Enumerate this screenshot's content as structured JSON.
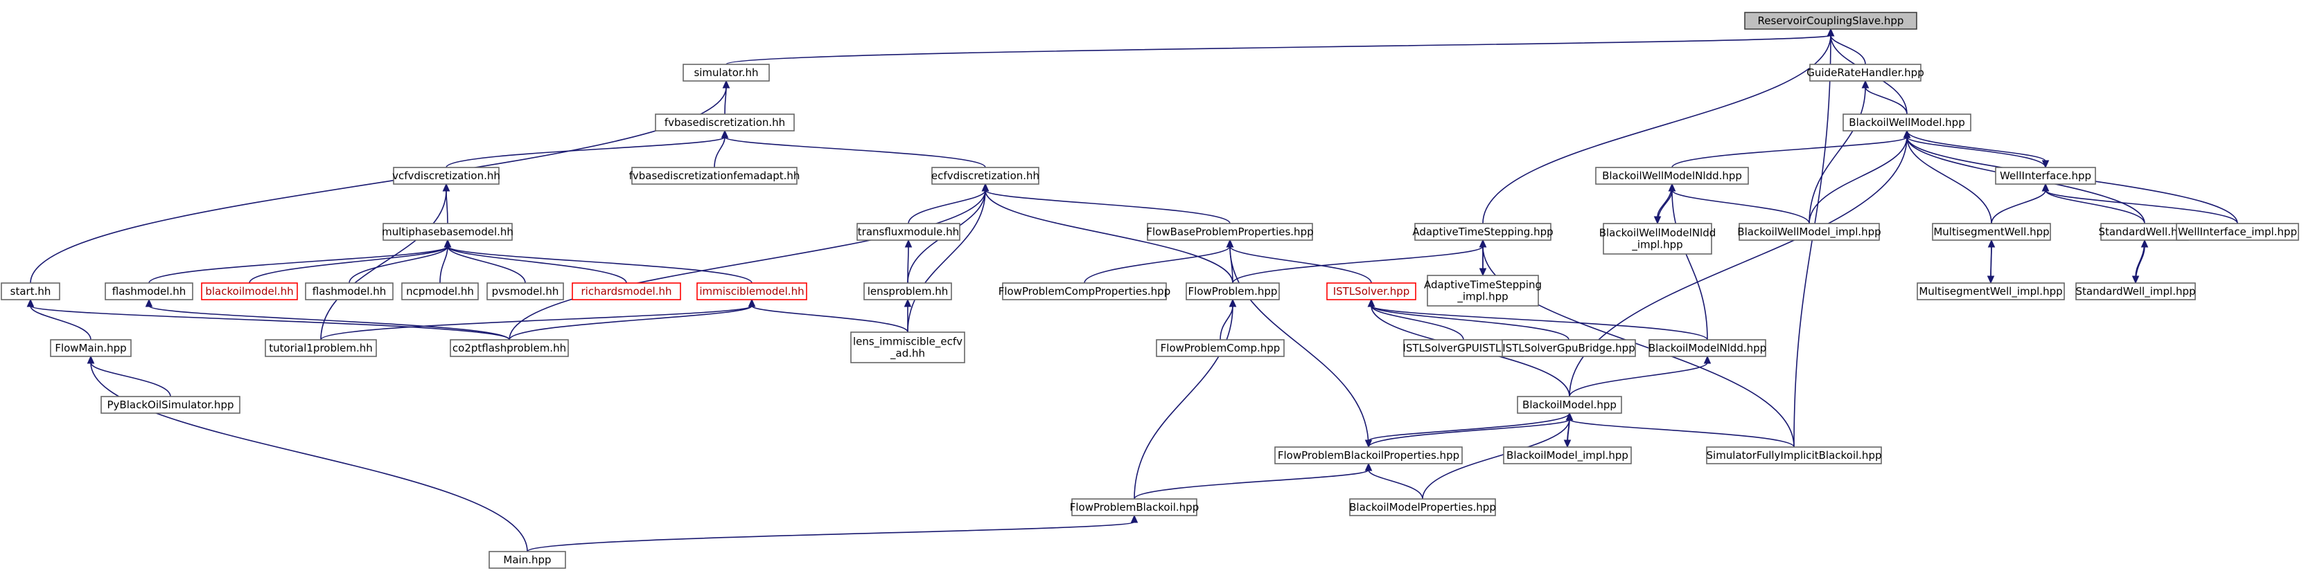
{
  "graph": {
    "root": "ReservoirCouplingSlave.hpp",
    "colors": {
      "edge": "#191970",
      "root_fill": "#bfbfbf",
      "node_border": "#666666",
      "red_border": "#ff0000"
    },
    "nodes": [
      {
        "id": "rcs",
        "label": "ReservoirCouplingSlave.hpp",
        "kind": "root"
      },
      {
        "id": "sim",
        "label": "simulator.hh"
      },
      {
        "id": "grh",
        "label": "GuideRateHandler.hpp"
      },
      {
        "id": "fvb",
        "label": "fvbasediscretization.hh"
      },
      {
        "id": "bwm",
        "label": "BlackoilWellModel.hpp"
      },
      {
        "id": "vcf",
        "label": "vcfvdiscretization.hh"
      },
      {
        "id": "fvbfem",
        "label": "fvbasediscretizationfemadapt.hh"
      },
      {
        "id": "ecf",
        "label": "ecfvdiscretization.hh"
      },
      {
        "id": "bwmnldd",
        "label": "BlackoilWellModelNldd.hpp"
      },
      {
        "id": "wi",
        "label": "WellInterface.hpp"
      },
      {
        "id": "mbm",
        "label": "multiphasebasemodel.hh"
      },
      {
        "id": "tfm",
        "label": "transfluxmodule.hh"
      },
      {
        "id": "fbpp",
        "label": "FlowBaseProblemProperties.hpp"
      },
      {
        "id": "ats",
        "label": "AdaptiveTimeStepping.hpp"
      },
      {
        "id": "bwmnldd_impl",
        "label": "BlackoilWellModelNldd\n_impl.hpp"
      },
      {
        "id": "bwm_impl",
        "label": "BlackoilWellModel_impl.hpp"
      },
      {
        "id": "msw",
        "label": "MultisegmentWell.hpp"
      },
      {
        "id": "sw",
        "label": "StandardWell.hpp"
      },
      {
        "id": "wi_impl",
        "label": "WellInterface_impl.hpp"
      },
      {
        "id": "start",
        "label": "start.hh"
      },
      {
        "id": "flashmodel1",
        "label": "flashmodel.hh"
      },
      {
        "id": "blackoilmodel",
        "label": "blackoilmodel.hh",
        "kind": "red"
      },
      {
        "id": "flashmodel2",
        "label": "flashmodel.hh"
      },
      {
        "id": "ncpmodel",
        "label": "ncpmodel.hh"
      },
      {
        "id": "pvsmodel",
        "label": "pvsmodel.hh"
      },
      {
        "id": "richards",
        "label": "richardsmodel.hh",
        "kind": "red"
      },
      {
        "id": "immisc",
        "label": "immisciblemodel.hh",
        "kind": "red"
      },
      {
        "id": "lens",
        "label": "lensproblem.hh"
      },
      {
        "id": "fpcp",
        "label": "FlowProblemCompProperties.hpp"
      },
      {
        "id": "fp",
        "label": "FlowProblem.hpp"
      },
      {
        "id": "istl",
        "label": "ISTLSolver.hpp",
        "kind": "red"
      },
      {
        "id": "ats_impl",
        "label": "AdaptiveTimeStepping\n_impl.hpp"
      },
      {
        "id": "msw_impl",
        "label": "MultisegmentWell_impl.hpp"
      },
      {
        "id": "sw_impl",
        "label": "StandardWell_impl.hpp"
      },
      {
        "id": "flowmain",
        "label": "FlowMain.hpp"
      },
      {
        "id": "tut1",
        "label": "tutorial1problem.hh"
      },
      {
        "id": "co2pt",
        "label": "co2ptflashproblem.hh"
      },
      {
        "id": "lens_ecfv",
        "label": "lens_immiscible_ecfv\n_ad.hh"
      },
      {
        "id": "fpcomp",
        "label": "FlowProblemComp.hpp"
      },
      {
        "id": "istlgpu",
        "label": "ISTLSolverGPUISTL.hpp"
      },
      {
        "id": "istlbridge",
        "label": "ISTLSolverGpuBridge.hpp"
      },
      {
        "id": "bmnldd",
        "label": "BlackoilModelNldd.hpp"
      },
      {
        "id": "pybos",
        "label": "PyBlackOilSimulator.hpp"
      },
      {
        "id": "bm",
        "label": "BlackoilModel.hpp"
      },
      {
        "id": "fpbp",
        "label": "FlowProblemBlackoilProperties.hpp"
      },
      {
        "id": "bm_impl",
        "label": "BlackoilModel_impl.hpp"
      },
      {
        "id": "sfib",
        "label": "SimulatorFullyImplicitBlackoil.hpp"
      },
      {
        "id": "fpb",
        "label": "FlowProblemBlackoil.hpp"
      },
      {
        "id": "bmp",
        "label": "BlackoilModelProperties.hpp"
      },
      {
        "id": "main",
        "label": "Main.hpp"
      }
    ],
    "edges": [
      [
        "sim",
        "rcs"
      ],
      [
        "grh",
        "rcs"
      ],
      [
        "bwm",
        "rcs"
      ],
      [
        "ats",
        "rcs"
      ],
      [
        "sfib",
        "rcs"
      ],
      [
        "start",
        "sim"
      ],
      [
        "fvb",
        "sim"
      ],
      [
        "bwm",
        "grh"
      ],
      [
        "bwm_impl",
        "grh"
      ],
      [
        "vcf",
        "fvb"
      ],
      [
        "fvbfem",
        "fvb"
      ],
      [
        "ecf",
        "fvb"
      ],
      [
        "bwmnldd",
        "bwm"
      ],
      [
        "wi",
        "bwm"
      ],
      [
        "msw",
        "bwm"
      ],
      [
        "sw",
        "bwm"
      ],
      [
        "wi_impl",
        "bwm"
      ],
      [
        "bwm_impl",
        "bwm"
      ],
      [
        "bm",
        "bwm"
      ],
      [
        "mbm",
        "vcf"
      ],
      [
        "tut1",
        "vcf"
      ],
      [
        "tfm",
        "ecf"
      ],
      [
        "lens",
        "ecf"
      ],
      [
        "lens_ecfv",
        "ecf"
      ],
      [
        "co2pt",
        "ecf"
      ],
      [
        "fbpp",
        "ecf"
      ],
      [
        "fp",
        "ecf"
      ],
      [
        "bwmnldd_impl",
        "bwmnldd"
      ],
      [
        "bwm_impl",
        "bwmnldd"
      ],
      [
        "bmnldd",
        "bwmnldd"
      ],
      [
        "msw",
        "wi"
      ],
      [
        "sw",
        "wi"
      ],
      [
        "wi_impl",
        "wi"
      ],
      [
        "bwm",
        "wi"
      ],
      [
        "flashmodel1",
        "mbm"
      ],
      [
        "blackoilmodel",
        "mbm"
      ],
      [
        "flashmodel2",
        "mbm"
      ],
      [
        "ncpmodel",
        "mbm"
      ],
      [
        "pvsmodel",
        "mbm"
      ],
      [
        "richards",
        "mbm"
      ],
      [
        "immisc",
        "mbm"
      ],
      [
        "lens",
        "tfm"
      ],
      [
        "fpcp",
        "fbpp"
      ],
      [
        "fp",
        "fbpp"
      ],
      [
        "istl",
        "fbpp"
      ],
      [
        "fpbp",
        "fbpp"
      ],
      [
        "ats_impl",
        "ats"
      ],
      [
        "fp",
        "ats"
      ],
      [
        "sfib",
        "ats"
      ],
      [
        "bwmnldd",
        "bwmnldd_impl"
      ],
      [
        "msw_impl",
        "msw"
      ],
      [
        "sw_impl",
        "sw"
      ],
      [
        "msw",
        "msw_impl"
      ],
      [
        "sw",
        "sw_impl"
      ],
      [
        "flowmain",
        "start"
      ],
      [
        "co2pt",
        "start"
      ],
      [
        "co2pt",
        "flashmodel1"
      ],
      [
        "tut1",
        "immisc"
      ],
      [
        "co2pt",
        "immisc"
      ],
      [
        "lens_ecfv",
        "immisc"
      ],
      [
        "lens_ecfv",
        "lens"
      ],
      [
        "fpcomp",
        "fp"
      ],
      [
        "fpb",
        "fp"
      ],
      [
        "istlgpu",
        "istl"
      ],
      [
        "istlbridge",
        "istl"
      ],
      [
        "bmnldd",
        "istl"
      ],
      [
        "bm",
        "istl"
      ],
      [
        "ats",
        "ats_impl"
      ],
      [
        "pybos",
        "flowmain"
      ],
      [
        "main",
        "flowmain"
      ],
      [
        "bm",
        "bmnldd"
      ],
      [
        "fpbp",
        "bm"
      ],
      [
        "bm_impl",
        "bm"
      ],
      [
        "sfib",
        "bm"
      ],
      [
        "bmp",
        "bm"
      ],
      [
        "bm",
        "fpbp"
      ],
      [
        "fpb",
        "fpbp"
      ],
      [
        "bmp",
        "fpbp"
      ],
      [
        "bm",
        "bm_impl"
      ],
      [
        "main",
        "fpb"
      ]
    ]
  }
}
